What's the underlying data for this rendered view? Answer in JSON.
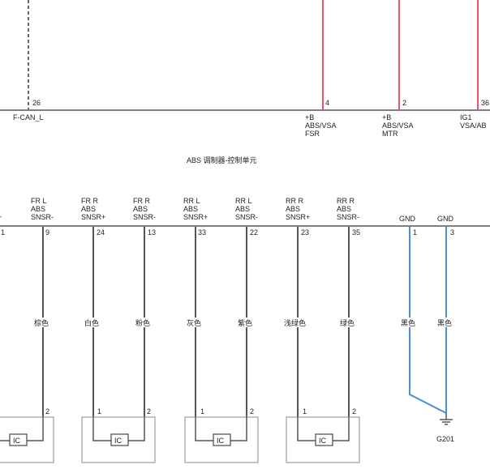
{
  "top": {
    "can": {
      "pin": "26",
      "label": "F-CAN_L"
    },
    "module_pins": [
      {
        "pin": "4",
        "lines": [
          "+B",
          "ABS/VSA",
          "FSR"
        ]
      },
      {
        "pin": "2",
        "lines": [
          "+B",
          "ABS/VSA",
          "MTR"
        ]
      },
      {
        "pin": "36",
        "lines": [
          "IG1",
          "VSA/AB"
        ]
      }
    ]
  },
  "module": {
    "title": "ABS 调制器-控制单元"
  },
  "sensor_pins": [
    {
      "lines": [
        "",
        "",
        "+"
      ],
      "pin": "1",
      "wire_color": ""
    },
    {
      "lines": [
        "FR L",
        "ABS",
        "SNSR-"
      ],
      "pin": "9",
      "wire_color": "棕色"
    },
    {
      "lines": [
        "FR R",
        "ABS",
        "SNSR+"
      ],
      "pin": "24",
      "wire_color": "白色"
    },
    {
      "lines": [
        "FR R",
        "ABS",
        "SNSR-"
      ],
      "pin": "13",
      "wire_color": "粉色"
    },
    {
      "lines": [
        "RR L",
        "ABS",
        "SNSR+"
      ],
      "pin": "33",
      "wire_color": "灰色"
    },
    {
      "lines": [
        "RR L",
        "ABS",
        "SNSR-"
      ],
      "pin": "22",
      "wire_color": "紫色"
    },
    {
      "lines": [
        "RR R",
        "ABS",
        "SNSR+"
      ],
      "pin": "23",
      "wire_color": "浅绿色"
    },
    {
      "lines": [
        "RR R",
        "ABS",
        "SNSR-"
      ],
      "pin": "35",
      "wire_color": "绿色"
    }
  ],
  "gnd_pins": [
    {
      "label": "GND",
      "pin": "1",
      "wire_color": "黑色"
    },
    {
      "label": "GND",
      "pin": "3",
      "wire_color": "黑色"
    }
  ],
  "sensors": [
    {
      "pins": [
        "",
        "2"
      ],
      "ic_label": "IC"
    },
    {
      "pins": [
        "1",
        "2"
      ],
      "ic_label": "IC"
    },
    {
      "pins": [
        "1",
        "2"
      ],
      "ic_label": "IC"
    },
    {
      "pins": [
        "1",
        "2"
      ],
      "ic_label": "IC"
    }
  ],
  "ground": {
    "label": "G201"
  },
  "colors": {
    "wire_dark": "#555555",
    "wire_red": "#e8556b",
    "wire_blue": "#4a8fd6",
    "bus_line": "#555555"
  }
}
